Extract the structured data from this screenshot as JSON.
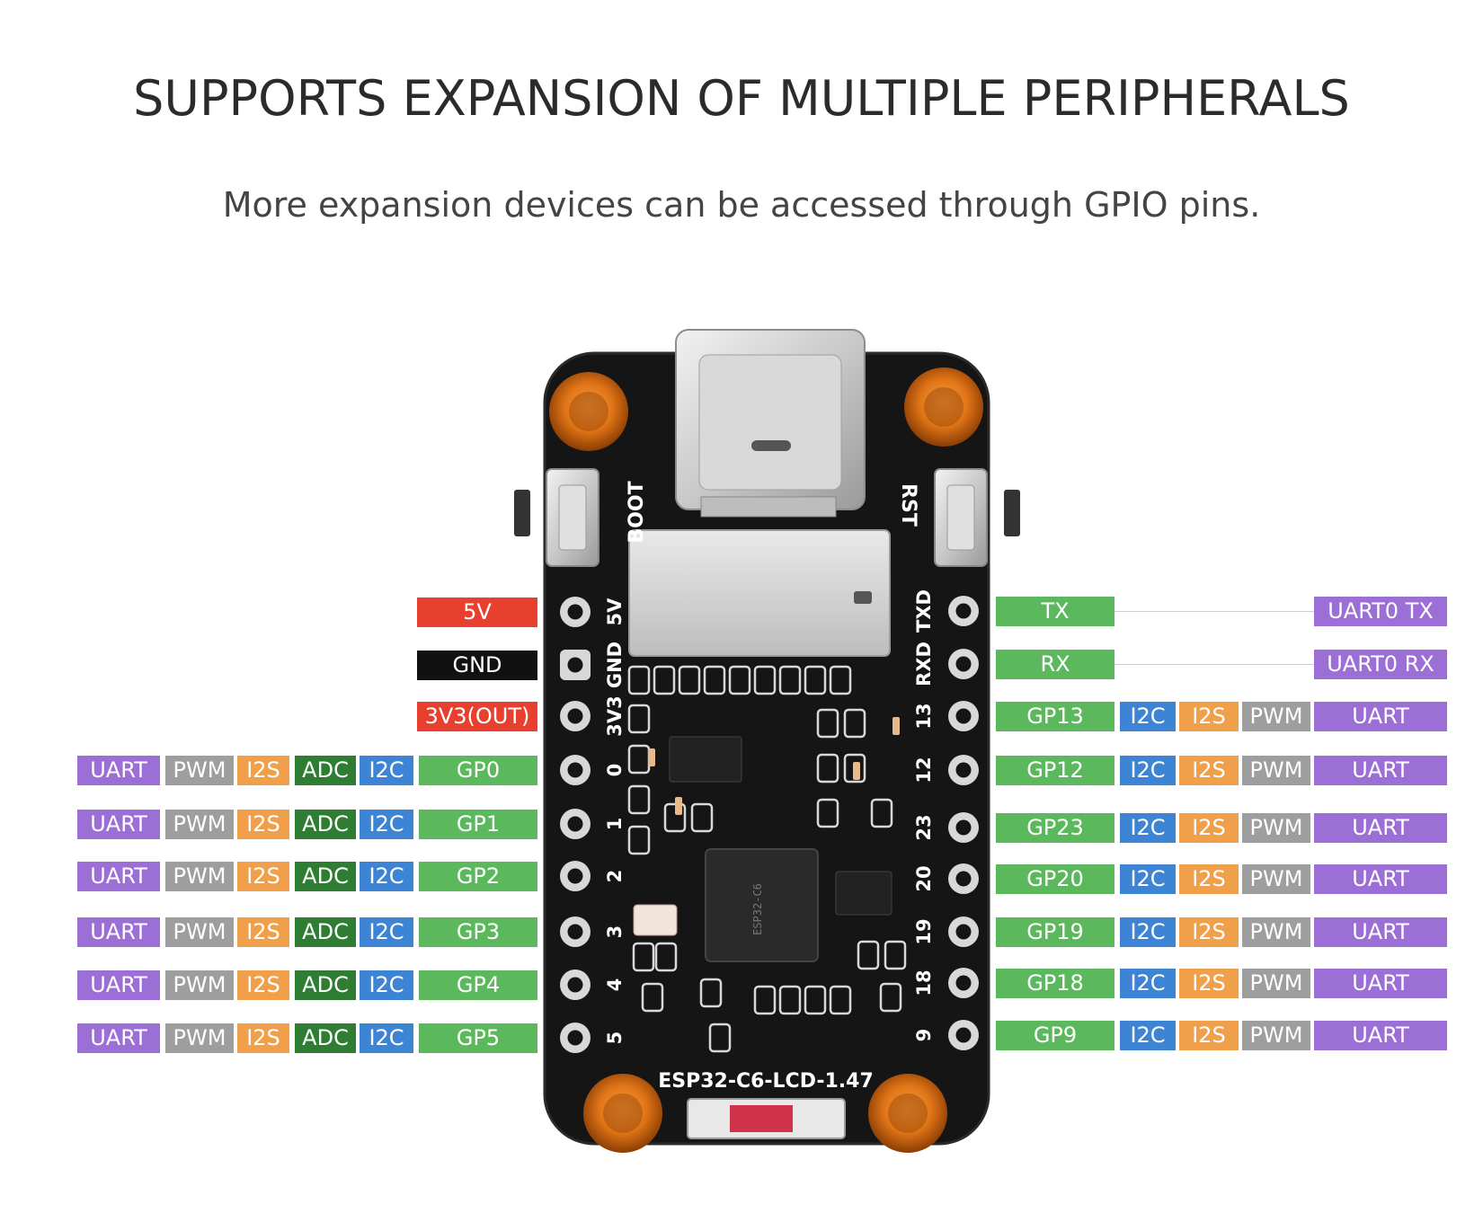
{
  "header": {
    "title": "SUPPORTS EXPANSION OF MULTIPLE PERIPHERALS",
    "subtitle": "More expansion devices can be accessed through GPIO pins."
  },
  "board": {
    "name": "ESP32-C6-LCD-1.47",
    "chip_marking": "ESP32-C6",
    "buttons": [
      "BOOT",
      "RST"
    ],
    "left_silk": [
      "5V",
      "GND",
      "3V3",
      "0",
      "1",
      "2",
      "3",
      "4",
      "5"
    ],
    "right_silk": [
      "TXD",
      "RXD",
      "13",
      "12",
      "23",
      "20",
      "19",
      "18",
      "9"
    ]
  },
  "colors": {
    "power": "#e8402f",
    "ground": "#111111",
    "gpio": "#5cb85c",
    "i2c": "#3d84d4",
    "adc": "#2e7d32",
    "i2s": "#f0a04b",
    "pwm": "#9e9e9e",
    "uart": "#9c6fd6"
  },
  "left_pins": [
    {
      "pin": "5V",
      "type": "power",
      "functions": []
    },
    {
      "pin": "GND",
      "type": "ground",
      "functions": []
    },
    {
      "pin": "3V3(OUT)",
      "type": "power",
      "functions": []
    },
    {
      "pin": "GP0",
      "type": "gpio",
      "functions": [
        "UART",
        "PWM",
        "I2S",
        "ADC",
        "I2C"
      ]
    },
    {
      "pin": "GP1",
      "type": "gpio",
      "functions": [
        "UART",
        "PWM",
        "I2S",
        "ADC",
        "I2C"
      ]
    },
    {
      "pin": "GP2",
      "type": "gpio",
      "functions": [
        "UART",
        "PWM",
        "I2S",
        "ADC",
        "I2C"
      ]
    },
    {
      "pin": "GP3",
      "type": "gpio",
      "functions": [
        "UART",
        "PWM",
        "I2S",
        "ADC",
        "I2C"
      ]
    },
    {
      "pin": "GP4",
      "type": "gpio",
      "functions": [
        "UART",
        "PWM",
        "I2S",
        "ADC",
        "I2C"
      ]
    },
    {
      "pin": "GP5",
      "type": "gpio",
      "functions": [
        "UART",
        "PWM",
        "I2S",
        "ADC",
        "I2C"
      ]
    }
  ],
  "right_pins": [
    {
      "pin": "TX",
      "type": "gpio",
      "functions": [],
      "far": "UART0 TX"
    },
    {
      "pin": "RX",
      "type": "gpio",
      "functions": [],
      "far": "UART0 RX"
    },
    {
      "pin": "GP13",
      "type": "gpio",
      "functions": [
        "I2C",
        "I2S",
        "PWM",
        "UART"
      ]
    },
    {
      "pin": "GP12",
      "type": "gpio",
      "functions": [
        "I2C",
        "I2S",
        "PWM",
        "UART"
      ]
    },
    {
      "pin": "GP23",
      "type": "gpio",
      "functions": [
        "I2C",
        "I2S",
        "PWM",
        "UART"
      ]
    },
    {
      "pin": "GP20",
      "type": "gpio",
      "functions": [
        "I2C",
        "I2S",
        "PWM",
        "UART"
      ]
    },
    {
      "pin": "GP19",
      "type": "gpio",
      "functions": [
        "I2C",
        "I2S",
        "PWM",
        "UART"
      ]
    },
    {
      "pin": "GP18",
      "type": "gpio",
      "functions": [
        "I2C",
        "I2S",
        "PWM",
        "UART"
      ]
    },
    {
      "pin": "GP9",
      "type": "gpio",
      "functions": [
        "I2C",
        "I2S",
        "PWM",
        "UART"
      ]
    }
  ]
}
